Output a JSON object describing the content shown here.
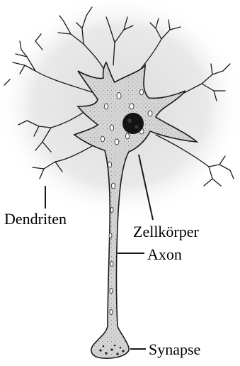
{
  "labels": {
    "dendrites": "Dendriten",
    "cell_body": "Zellkörper",
    "axon": "Axon",
    "synapse": "Synapse"
  },
  "colors": {
    "background_glow": "#e4e4e4",
    "cell_fill": "#d6d6d6",
    "outline": "#1a1a1a",
    "nucleus": "#141414",
    "label_text": "#000000"
  }
}
